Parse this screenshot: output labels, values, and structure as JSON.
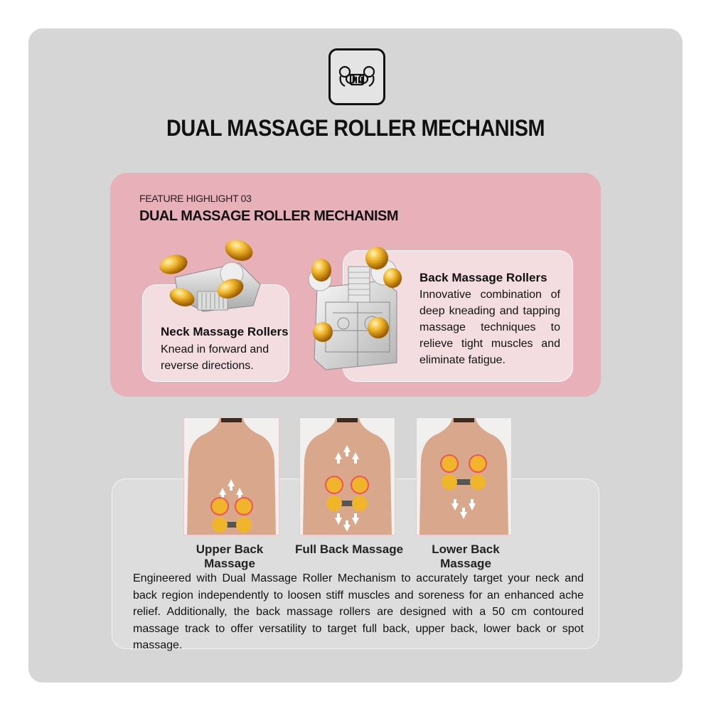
{
  "header": {
    "icon": "dual-roller-icon",
    "title": "DUAL MASSAGE ROLLER MECHANISM"
  },
  "feature": {
    "kicker": "FEATURE HIGHLIGHT 03",
    "title": "DUAL MASSAGE ROLLER MECHANISM",
    "neck": {
      "title": "Neck Massage Rollers",
      "description": "Knead in forward and reverse directions."
    },
    "back": {
      "title": "Back Massage Rollers",
      "description": "Innovative combination of deep kneading and tapping massage techniques to relieve tight muscles and eliminate fatigue."
    }
  },
  "modes": [
    {
      "label": "Upper Back Massage",
      "image": "upper-back-massage-photo"
    },
    {
      "label": "Full Back Massage",
      "image": "full-back-massage-photo"
    },
    {
      "label": "Lower Back Massage",
      "image": "lower-back-massage-photo"
    }
  ],
  "description": "Engineered with Dual Massage Roller Mechanism to accurately target your neck and back region independently to loosen stiff muscles and soreness for an enhanced ache relief. Additionally, the back massage rollers are designed with a 50 cm contoured massage track to offer versatility to target full back, upper back, lower back or spot massage.",
  "colors": {
    "panel": "#d6d6d6",
    "feature_card": "#e8b0b8",
    "inner_card": "#f3dde0",
    "roller_gold": "#e8a41a"
  }
}
